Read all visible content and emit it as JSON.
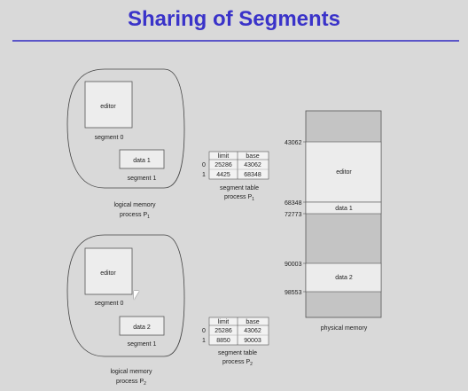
{
  "title": "Sharing of Segments",
  "process1": {
    "segments": [
      {
        "name": "editor",
        "label": "segment 0"
      },
      {
        "name": "data 1",
        "label": "segment 1"
      }
    ],
    "caption_line1": "logical memory",
    "caption_line2_prefix": "process P",
    "caption_sub": "1",
    "table": {
      "headers": [
        "limit",
        "base"
      ],
      "rows": [
        {
          "index": "0",
          "limit": "25286",
          "base": "43062"
        },
        {
          "index": "1",
          "limit": "4425",
          "base": "68348"
        }
      ],
      "caption_line1": "segment table",
      "caption_line2_prefix": "process P",
      "caption_sub": "1"
    }
  },
  "process2": {
    "segments": [
      {
        "name": "editor",
        "label": "segment 0"
      },
      {
        "name": "data 2",
        "label": "segment 1"
      }
    ],
    "caption_line1": "logical memory",
    "caption_line2_prefix": "process P",
    "caption_sub": "2",
    "table": {
      "headers": [
        "limit",
        "base"
      ],
      "rows": [
        {
          "index": "0",
          "limit": "25286",
          "base": "43062"
        },
        {
          "index": "1",
          "limit": "8850",
          "base": "90003"
        }
      ],
      "caption_line1": "segment table",
      "caption_line2_prefix": "process P",
      "caption_sub": "2"
    }
  },
  "physical_memory": {
    "caption": "physical memory",
    "addresses": [
      "43062",
      "68348",
      "72773",
      "90003",
      "98553"
    ],
    "blocks": [
      "editor",
      "data 1",
      "data 2"
    ]
  },
  "colors": {
    "title": "#3a33c9",
    "background": "#d9d9d9",
    "shaded_block": "#c4c4c4",
    "light_block": "#ececec"
  }
}
